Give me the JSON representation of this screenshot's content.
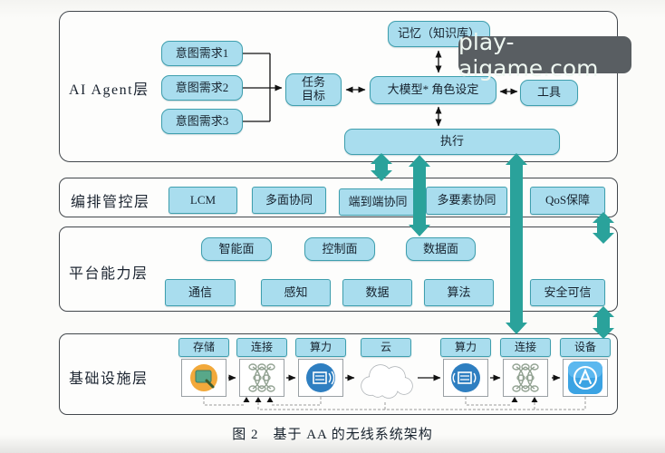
{
  "watermark": {
    "text": "play-aigame.com"
  },
  "caption": "图 2　基于 AA 的无线系统架构",
  "agent_layer": {
    "label": "AI Agent层",
    "intent1": "意图需求1",
    "intent2": "意图需求2",
    "intent3": "意图需求3",
    "task_goal_line1": "任务",
    "task_goal_line2": "目标",
    "memory": "记忆（知识库）",
    "model": "大模型* 角色设定",
    "tools": "工具",
    "execute": "执行"
  },
  "orchestration_layer": {
    "label": "编排管控层",
    "items": [
      "LCM",
      "多面协同",
      "端到端协同",
      "多要素协同",
      "QoS保障"
    ]
  },
  "platform_layer": {
    "label": "平台能力层",
    "planes": [
      "智能面",
      "控制面",
      "数据面"
    ],
    "capabilities": [
      "通信",
      "感知",
      "数据",
      "算法",
      "安全可信"
    ]
  },
  "infrastructure_layer": {
    "label": "基础设施层",
    "nodes": [
      "存储",
      "连接",
      "算力",
      "云",
      "算力",
      "连接",
      "设备"
    ]
  },
  "colors": {
    "box_fill": "#a9ddee",
    "box_border": "#3f9fae",
    "layer_border": "#42474c",
    "teal_arrow": "#2aa29b",
    "watermark_bg": "#595e62"
  }
}
